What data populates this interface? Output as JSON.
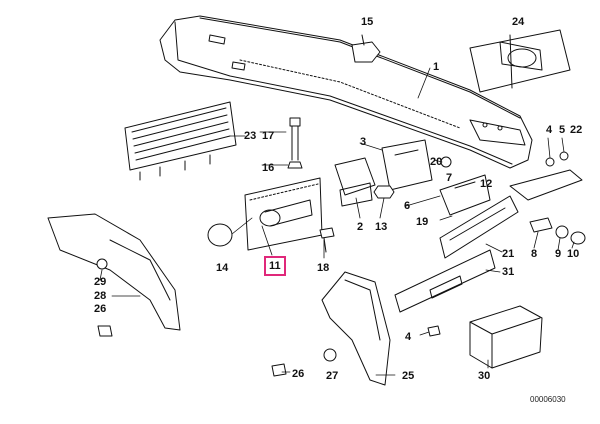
{
  "diagram_code": "00006030",
  "highlight_color": "#e0287a",
  "callouts": {
    "c1": "1",
    "c2": "2",
    "c3": "3",
    "c4a": "4",
    "c4b": "4",
    "c5": "5",
    "c6": "6",
    "c7": "7",
    "c8": "8",
    "c9": "9",
    "c10": "10",
    "c11": "11",
    "c12": "12",
    "c13": "13",
    "c14": "14",
    "c15": "15",
    "c16": "16",
    "c17": "17",
    "c18": "18",
    "c19": "19",
    "c20": "20",
    "c21": "21",
    "c22": "22",
    "c23": "23",
    "c24": "24",
    "c25": "25",
    "c26a": "26",
    "c26b": "26",
    "c27": "27",
    "c28": "28",
    "c29": "29",
    "c30": "30",
    "c31": "31"
  }
}
